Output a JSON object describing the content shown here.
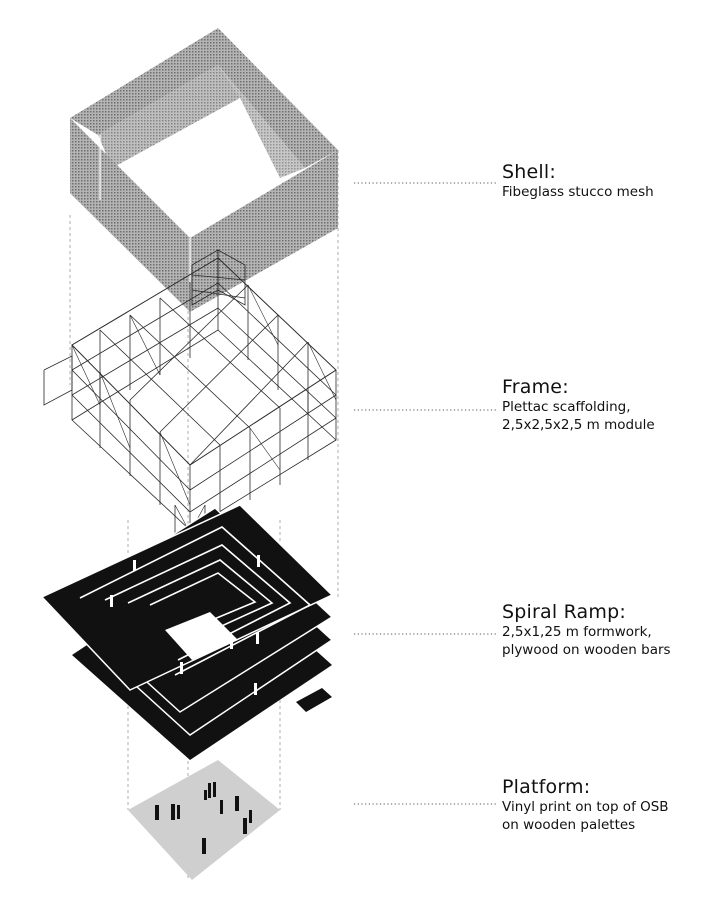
{
  "layers": [
    {
      "id": "shell",
      "title": "Shell:",
      "desc": [
        "Fibeglass stucco mesh"
      ]
    },
    {
      "id": "frame",
      "title": "Frame:",
      "desc": [
        "Plettac scaffolding,",
        "2,5x2,5x2,5 m module"
      ]
    },
    {
      "id": "ramp",
      "title": "Spiral Ramp:",
      "desc": [
        "2,5x1,25 m formwork,",
        "plywood on wooden bars"
      ]
    },
    {
      "id": "platform",
      "title": "Platform:",
      "desc": [
        "Vinyl print on top of OSB",
        "on wooden palettes"
      ]
    }
  ],
  "colors": {
    "ink": "#111111",
    "mesh": "#9b9b9b",
    "platform": "#cfcfcf",
    "ramp": "#111111",
    "leader": "#555555"
  }
}
